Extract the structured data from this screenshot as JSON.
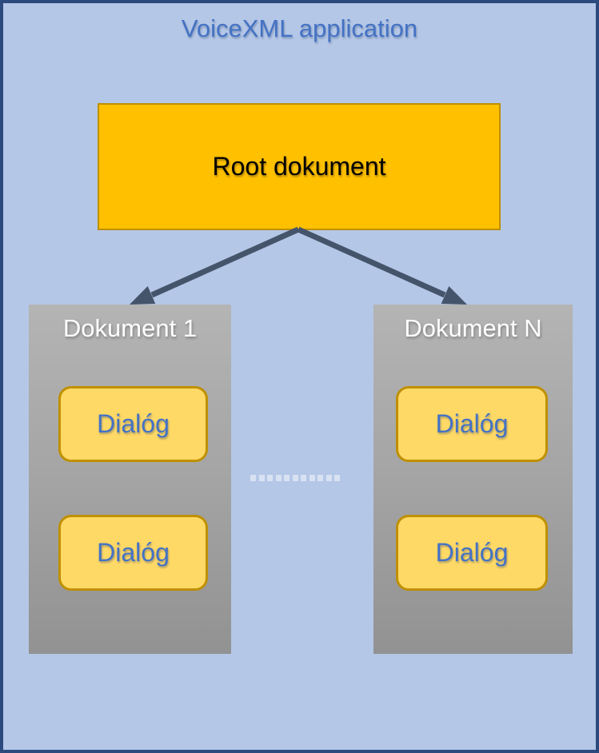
{
  "title": "VoiceXML application",
  "root_document": {
    "label": "Root dokument"
  },
  "documents": [
    {
      "title": "Dokument 1",
      "dialogs": [
        "Dialóg",
        "Dialóg"
      ]
    },
    {
      "title": "Dokument N",
      "dialogs": [
        "Dialóg",
        "Dialóg"
      ]
    }
  ],
  "separator": {
    "style": "dotted-squares",
    "dot_count": 11
  },
  "colors": {
    "canvas_background": "#b4c7e7",
    "canvas_border": "#2b4a7e",
    "title_text": "#4472c4",
    "root_fill": "#ffc000",
    "root_border": "#bf8f00",
    "root_text": "#000000",
    "document_fill_top": "#b4b4b4",
    "document_fill_bottom": "#929292",
    "document_text": "#ffffff",
    "dialog_fill": "#ffd966",
    "dialog_border": "#bf9000",
    "dialog_text": "#4472c4",
    "arrow": "#44546a",
    "separator_dot": "#d9e2f3"
  }
}
